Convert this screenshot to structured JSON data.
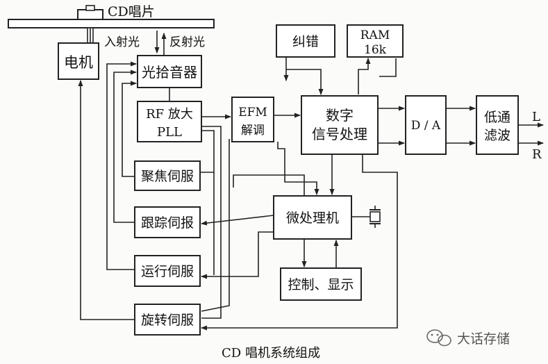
{
  "disc": {
    "label": "CD唱片"
  },
  "beam": {
    "incident": "入射光",
    "reflected": "反射光"
  },
  "blocks": {
    "motor": "电机",
    "pickup": "光拾音器",
    "rf_line1": "RF 放大",
    "rf_line2": "PLL",
    "efm_line1": "EFM",
    "efm_line2": "解调",
    "dsp_line1": "数字",
    "dsp_line2": "信号处理",
    "ecc": "纠错",
    "ram_line1": "RAM",
    "ram_line2": "16k",
    "dac": "D / A",
    "lpf_line1": "低通",
    "lpf_line2": "滤波",
    "focus": "聚焦伺服",
    "tracking": "跟踪伺报",
    "sled": "运行伺服",
    "spindle": "旋转伺服",
    "mcu": "微处理机",
    "control": "控制、显示"
  },
  "outputs": {
    "left": "L",
    "right": "R"
  },
  "caption": "CD 唱机系统组成",
  "watermark": "大话存储",
  "colors": {
    "line": "#222222",
    "block_fill": "#ffffff",
    "background": "#fbfbf9"
  }
}
